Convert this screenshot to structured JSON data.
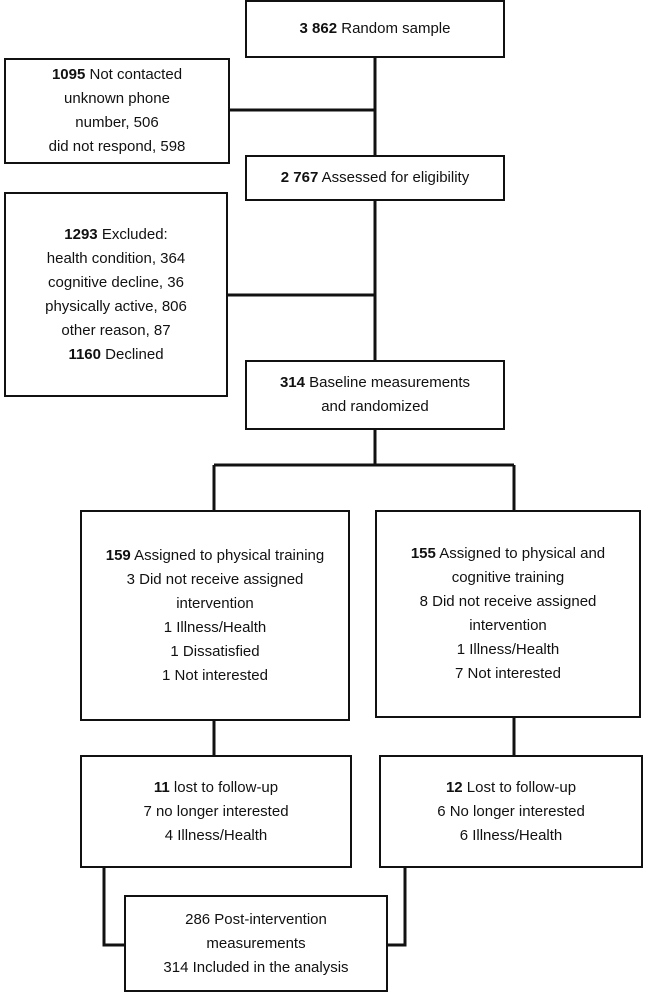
{
  "boxes": {
    "random_sample": {
      "num": "3 862",
      "text": " Random sample"
    },
    "not_contacted": {
      "num": "1095",
      "line1": " Not contacted",
      "line2": "unknown phone",
      "line3": "number, 506",
      "line4": "did not respond, 598"
    },
    "assessed": {
      "num": "2 767",
      "text": " Assessed for eligibility"
    },
    "excluded": {
      "num": "1293",
      "line1": " Excluded:",
      "line2": "health condition, 364",
      "line3": "cognitive decline, 36",
      "line4": "physically active, 806",
      "line5": "other reason, 87",
      "num2": "1160",
      "line6": " Declined"
    },
    "baseline": {
      "num": "314",
      "line1": " Baseline measurements",
      "line2": "and randomized"
    },
    "arm_physical": {
      "num": "159",
      "line1": " Assigned to physical training",
      "line2": "3 Did not receive assigned",
      "line3": "intervention",
      "line4": "1 Illness/Health",
      "line5": "1 Dissatisfied",
      "line6": "1 Not interested"
    },
    "arm_combined": {
      "num": "155",
      "line1": " Assigned to physical and",
      "line2": "cognitive training",
      "line3": "8 Did not receive assigned",
      "line4": "intervention",
      "line5": "1 Illness/Health",
      "line6": "7 Not interested"
    },
    "lost_physical": {
      "num": "11",
      "line1": " lost to follow-up",
      "line2": "7 no longer interested",
      "line3": "4 Illness/Health"
    },
    "lost_combined": {
      "num": "12",
      "line1": " Lost to follow-up",
      "line2": "6 No longer interested",
      "line3": "6 Illness/Health"
    },
    "post": {
      "line1": "286 Post-intervention",
      "line2": "measurements",
      "line3": "314 Included in the analysis"
    }
  }
}
